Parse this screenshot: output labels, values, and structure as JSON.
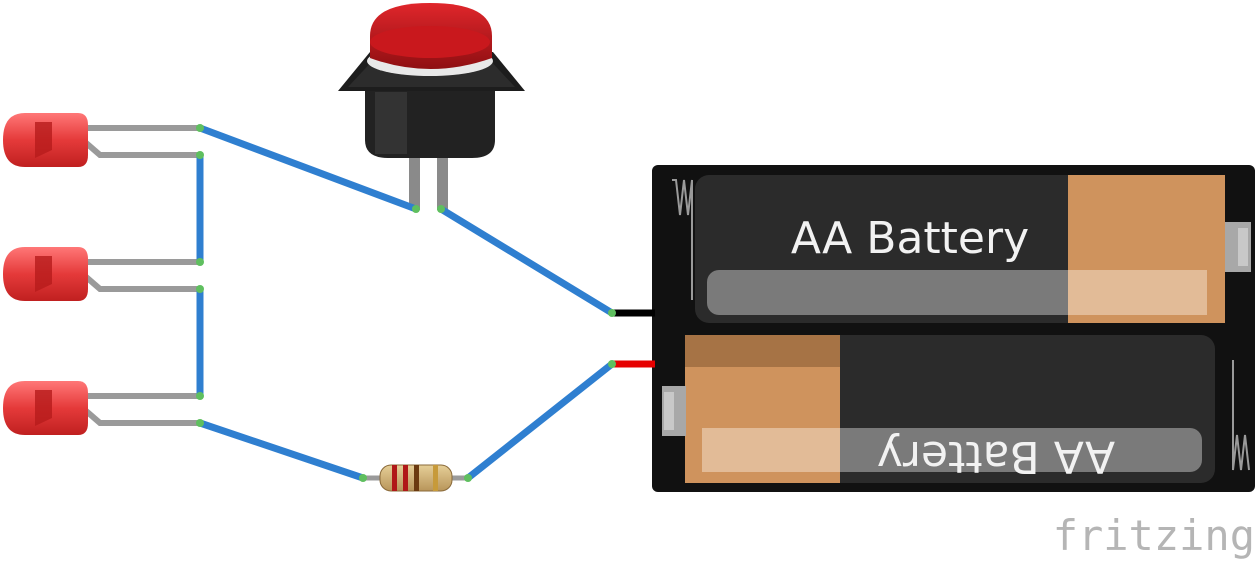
{
  "battery_holder": {
    "cells": [
      {
        "label": "AA Battery"
      },
      {
        "label": "AA Battery"
      }
    ]
  },
  "branding": {
    "text": "fritzing"
  },
  "colors": {
    "wire": "#2f7fd0",
    "led": "#e53a3a",
    "button_cap": "#c9181d",
    "holder": "#1a1a1a",
    "battery_body": "#3a3a3a",
    "battery_cap": "#cf935d",
    "positive_lead": "#e60000",
    "negative_lead": "#000000"
  },
  "icons": [
    "led-icon",
    "pushbutton-icon",
    "resistor-icon",
    "battery-holder-icon"
  ]
}
